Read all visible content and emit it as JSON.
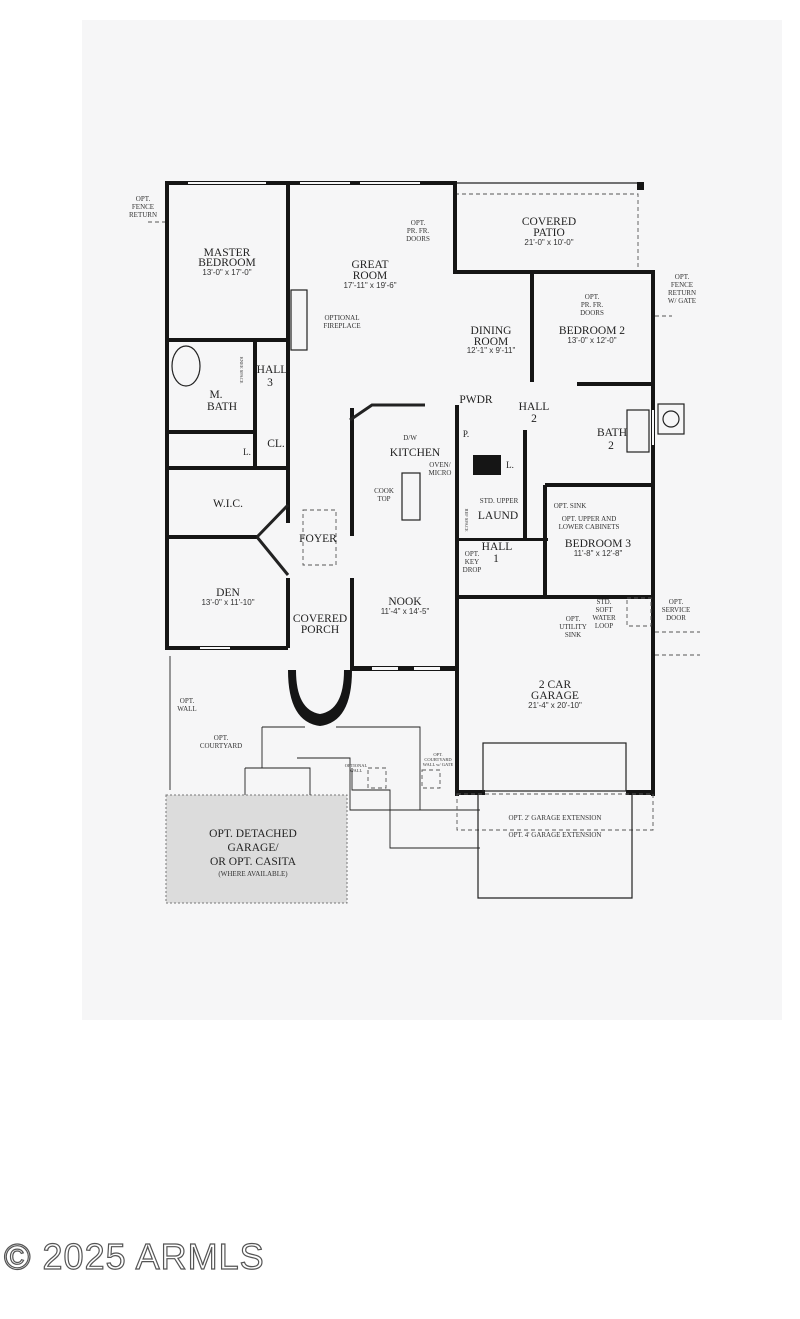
{
  "rooms": {
    "master_bedroom": {
      "name1": "MASTER",
      "name2": "BEDROOM",
      "dim": "13'-0\" x 17'-0\""
    },
    "great_room": {
      "name1": "GREAT",
      "name2": "ROOM",
      "dim": "17'-11\" x 19'-6\""
    },
    "covered_patio": {
      "name1": "COVERED",
      "name2": "PATIO",
      "dim": "21'-0\" x 10'-0\""
    },
    "dining_room": {
      "name1": "DINING",
      "name2": "ROOM",
      "dim": "12'-1\" x 9'-11\""
    },
    "bedroom_2": {
      "name": "BEDROOM 2",
      "dim": "13'-0\" x 12'-0\""
    },
    "bedroom_3": {
      "name": "BEDROOM 3",
      "dim": "11'-8\" x 12'-8\""
    },
    "den": {
      "name": "DEN",
      "dim": "13'-0\" x 11'-10\""
    },
    "nook": {
      "name": "NOOK",
      "dim": "11'-4\" x 14'-5\""
    },
    "garage": {
      "name1": "2 CAR",
      "name2": "GARAGE",
      "dim": "21'-4\" x 20'-10\""
    },
    "kitchen": "KITCHEN",
    "foyer": "FOYER",
    "wic": "W.I.C.",
    "m_bath": {
      "name1": "M.",
      "name2": "BATH"
    },
    "hall_3": {
      "name1": "HALL",
      "name2": "3"
    },
    "hall_2": {
      "name1": "HALL",
      "name2": "2"
    },
    "hall_1": {
      "name1": "HALL",
      "name2": "1"
    },
    "bath_2": {
      "name1": "BATH",
      "name2": "2"
    },
    "covered_porch": {
      "name1": "COVERED",
      "name2": "PORCH"
    },
    "laund": "LAUND",
    "pwdr": "PWDR",
    "closet": "CL.",
    "linen_1": "L.",
    "linen_2": "L.",
    "pantry": "P."
  },
  "notes": {
    "fence_return_left": [
      "OPT.",
      "FENCE",
      "RETURN"
    ],
    "fence_return_right": [
      "OPT.",
      "FENCE",
      "RETURN",
      "W/ GATE"
    ],
    "patio_doors": [
      "OPT.",
      "PR. FR.",
      "DOORS"
    ],
    "bed2_doors": [
      "OPT.",
      "PR. FR.",
      "DOORS"
    ],
    "fireplace": [
      "OPTIONAL",
      "FIREPLACE"
    ],
    "dw": "D/W",
    "oven": [
      "OVEN/",
      "MICRO"
    ],
    "cooktop": [
      "COOK",
      "TOP"
    ],
    "ref_space": "REF SPACE",
    "std_upper": "STD. UPPER",
    "opt_sink": "OPT. SINK",
    "opt_cabinets": [
      "OPT. UPPER  AND",
      "LOWER CABINETS"
    ],
    "key_drop": [
      "OPT.",
      "KEY",
      "DROP"
    ],
    "utility_sink": [
      "OPT.",
      "UTILITY",
      "SINK"
    ],
    "soft_water": [
      "STD.",
      "SOFT",
      "WATER",
      "LOOP"
    ],
    "service_door": [
      "OPT.",
      "SERVICE",
      "DOOR"
    ],
    "opt_wall": [
      "OPT.",
      "WALL"
    ],
    "courtyard": [
      "OPT.",
      "COURTYARD"
    ],
    "optional_wall": [
      "OPTIONAL",
      "WALL"
    ],
    "courtyard_wall": [
      "OPT.",
      "COURTYARD",
      "WALL w/ GATE"
    ],
    "garage_ext_2": "OPT. 2' GARAGE EXTENSION",
    "garage_ext_4": "OPT. 4' GARAGE EXTENSION",
    "detached_garage": [
      "OPT. DETACHED",
      "GARAGE/",
      "OR OPT. CASITA",
      "(WHERE AVAILABLE)"
    ],
    "knee_space": "KNEE SPACE"
  },
  "watermark": "© 2025 ARMLS"
}
